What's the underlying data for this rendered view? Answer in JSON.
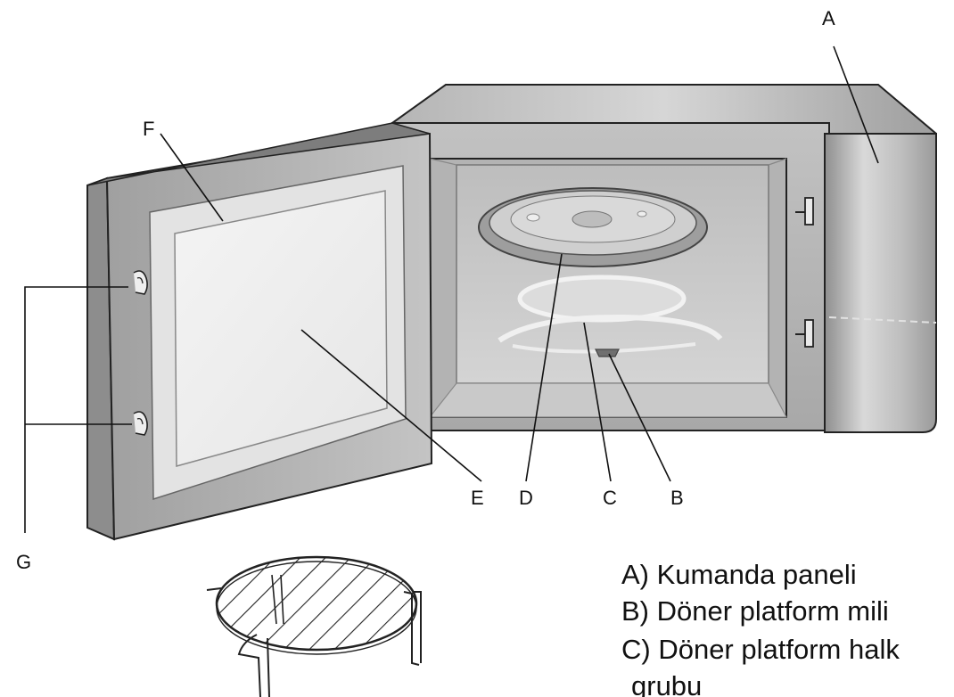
{
  "callouts": {
    "A": "A",
    "B": "B",
    "C": "C",
    "D": "D",
    "E": "E",
    "F": "F",
    "G": "G"
  },
  "legend": [
    "A) Kumanda paneli",
    "B) Döner platform mili",
    "C) Döner platform halk",
    "grubu"
  ],
  "colors": {
    "body_light": "#d2d2d2",
    "body_mid": "#a7a7a7",
    "body_dark": "#8a8a8a",
    "cavity": "#c6c6c6",
    "outline": "#222222"
  }
}
